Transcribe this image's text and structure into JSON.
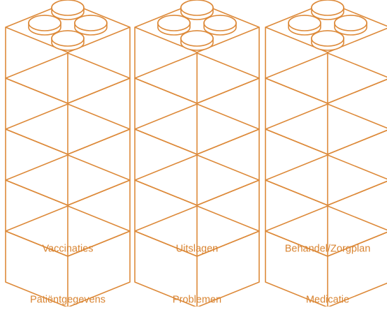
{
  "colors": {
    "stroke": "#dd8a3a",
    "label": "#d98533",
    "background": "#ffffff"
  },
  "stacks": [
    {
      "id": "left",
      "labels": [
        {
          "level": 1,
          "text": "Patiëntgegevens"
        },
        {
          "level": 2,
          "text": "Vaccinaties"
        }
      ]
    },
    {
      "id": "middle",
      "labels": [
        {
          "level": 1,
          "text": "Problemen"
        },
        {
          "level": 2,
          "text": "Uitslagen"
        }
      ]
    },
    {
      "id": "right",
      "labels": [
        {
          "level": 1,
          "text": "Medicatie"
        },
        {
          "level": 2,
          "text": "Behandel/Zorgplan"
        }
      ]
    }
  ]
}
